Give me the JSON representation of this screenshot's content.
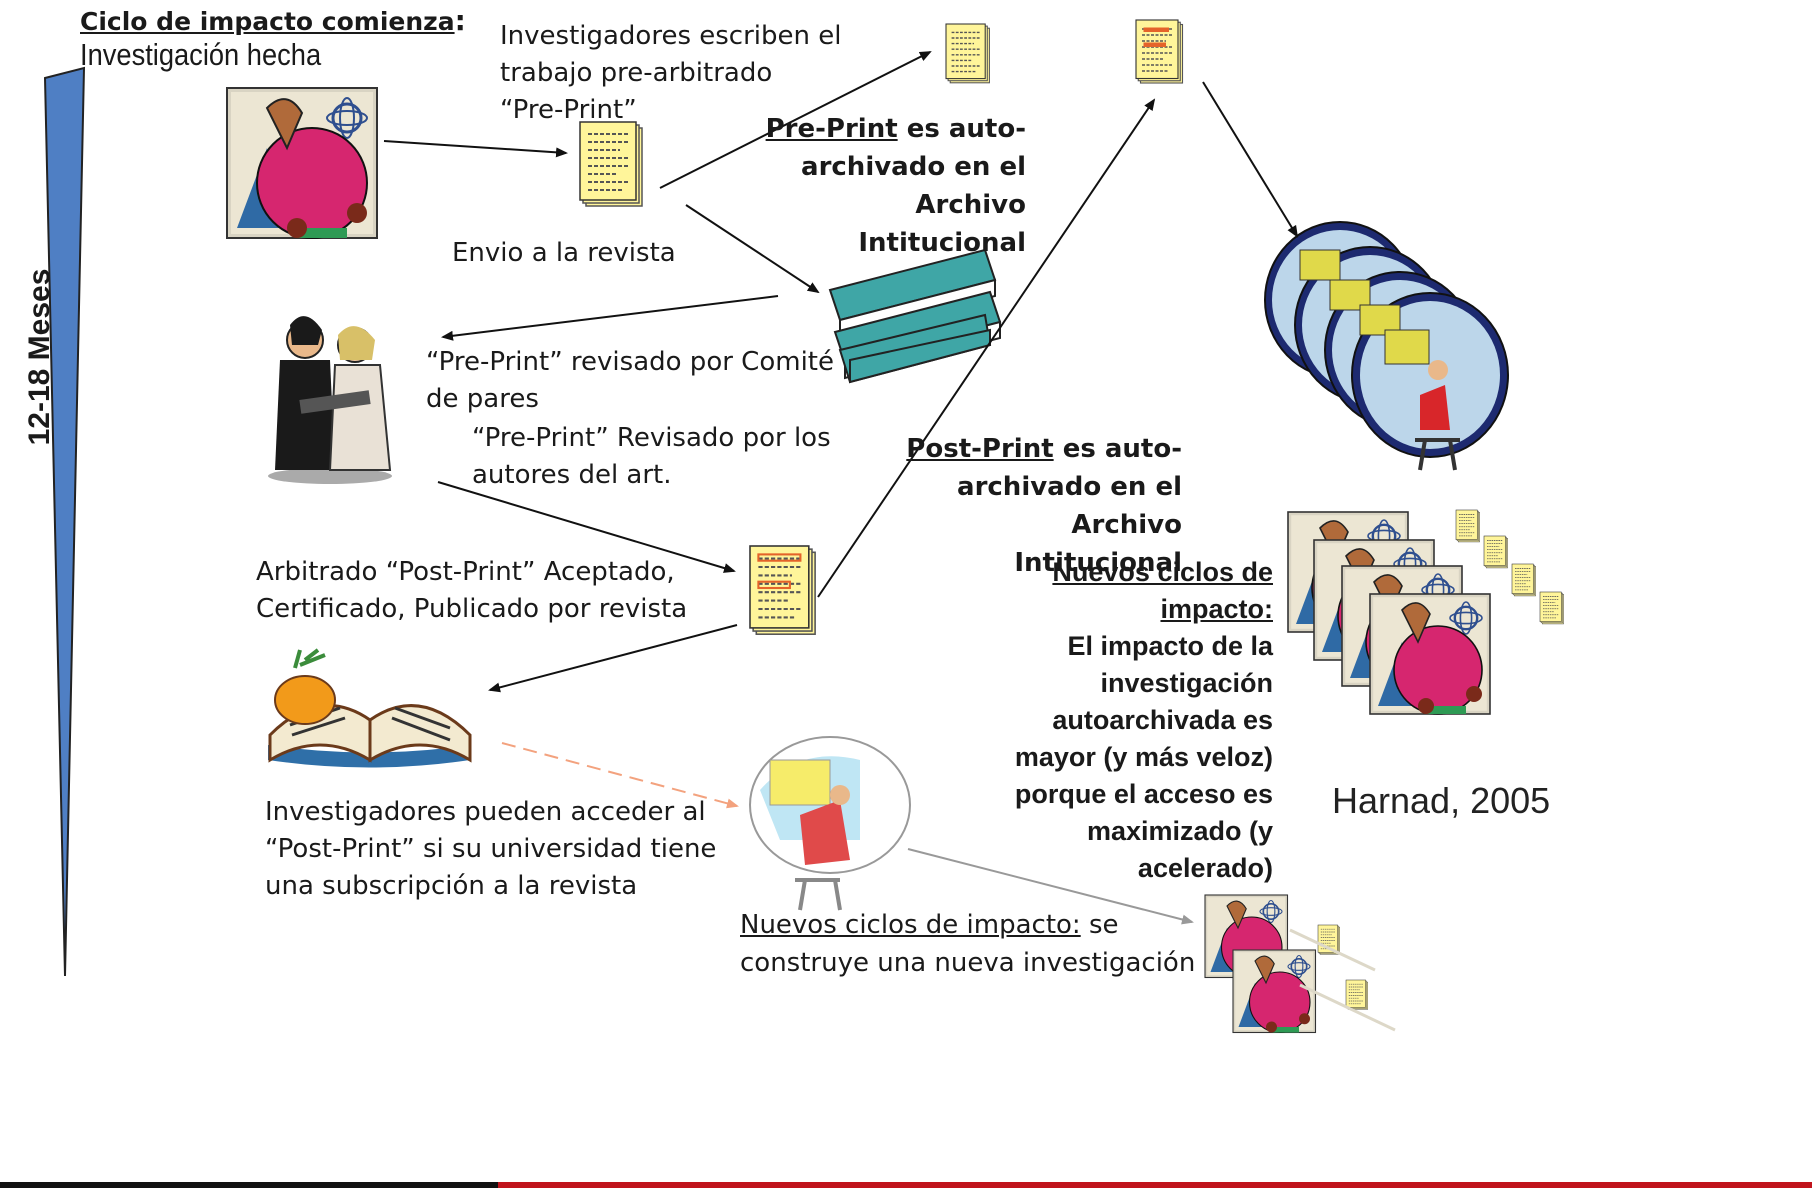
{
  "title": {
    "line1": "Ciclo de impacto comienza",
    "colon": ":",
    "line2": "Investigación hecha"
  },
  "side_label": "12-18 Meses",
  "steps": {
    "write_preprint": [
      "Investigadores escriben el",
      "trabajo pre-arbitrado",
      "“Pre-Print”"
    ],
    "submit": "Envio a la revista",
    "preprint_archive": {
      "underlined": "Pre-Print",
      "rest_line1": " es auto-",
      "line2": "archivado en  el Archivo",
      "line3": "Intitucional"
    },
    "peer_review": [
      "“Pre-Print” revisado por Comité",
      "de pares"
    ],
    "author_revision": [
      "“Pre-Print” Revisado por los",
      "autores del art."
    ],
    "accepted": [
      "Arbitrado “Post-Print” Aceptado,",
      "Certificado, Publicado por revista"
    ],
    "postprint_archive": {
      "underlined": "Post-Print",
      "rest_line1": " es auto-",
      "line2": "archivado en  el Archivo",
      "line3": "Intitucional"
    },
    "access": [
      "Investigadores pueden acceder al",
      "“Post-Print” si su universidad tiene",
      "una subscripción a la revista"
    ],
    "new_cycles_small": {
      "underlined": "Nuevos ciclos de impacto:",
      "rest": " se",
      "line2": "construye una nueva investigación"
    },
    "new_cycles_big": {
      "heading": [
        "Nuevos ciclos de",
        "impacto:"
      ],
      "body": [
        "El impacto de la",
        "investigación",
        "autoarchivada es",
        "mayor (y más veloz)",
        "porque el acceso es",
        "maximizado (y",
        "acelerado)"
      ]
    }
  },
  "citation": "Harnad, 2005",
  "colors": {
    "triangle": "#4f7fc4",
    "book_teal": "#3fa6a6",
    "paper_yellow": "#fff59a",
    "person_pink": "#d6266f",
    "bottom_bar_black": "#111111",
    "bottom_bar_red": "#c0141c"
  }
}
